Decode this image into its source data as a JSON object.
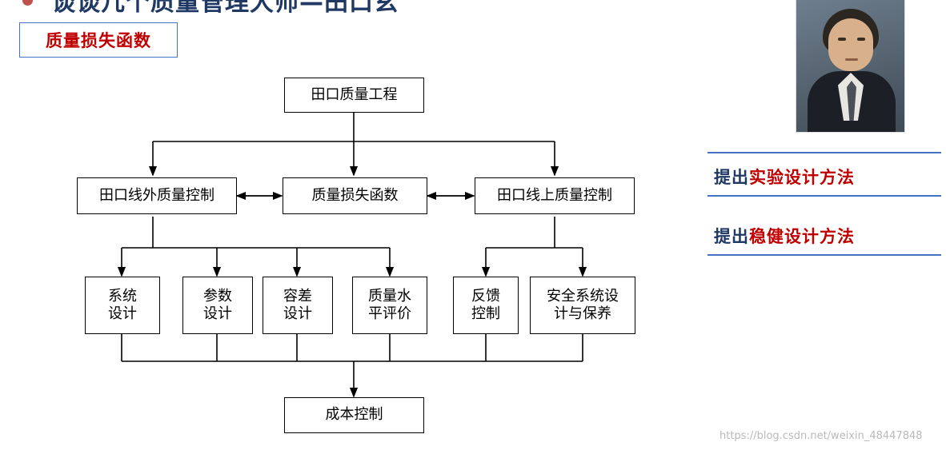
{
  "slide": {
    "title": "谈谈几个质量管理大师—田口玄",
    "bullet_color": "#C0504D",
    "title_color": "#1F3864",
    "subtitle": "质量损失函数",
    "subtitle_color": "#C00000",
    "subtitle_border_color": "#4472C4"
  },
  "diagram": {
    "type": "flowchart",
    "nodes": [
      {
        "id": "n0",
        "label": "田口质量工程"
      },
      {
        "id": "n1",
        "label": "田口线外质量控制"
      },
      {
        "id": "n2",
        "label": "质量损失函数"
      },
      {
        "id": "n3",
        "label": "田口线上质量控制"
      },
      {
        "id": "n4",
        "label": "系统\n设计"
      },
      {
        "id": "n5",
        "label": "参数\n设计"
      },
      {
        "id": "n6",
        "label": "容差\n设计"
      },
      {
        "id": "n7",
        "label": "质量水\n平评价"
      },
      {
        "id": "n8",
        "label": "反馈\n控制"
      },
      {
        "id": "n9",
        "label": "安全系统设\n计与保养"
      },
      {
        "id": "n10",
        "label": "成本控制"
      }
    ],
    "edges": [
      {
        "from": "n0",
        "to": "n1"
      },
      {
        "from": "n0",
        "to": "n2"
      },
      {
        "from": "n0",
        "to": "n3"
      },
      {
        "from": "n1",
        "to": "n2",
        "arrow": "both"
      },
      {
        "from": "n2",
        "to": "n3",
        "arrow": "both"
      },
      {
        "from": "n1",
        "to": "n4"
      },
      {
        "from": "n1",
        "to": "n5"
      },
      {
        "from": "n1",
        "to": "n6"
      },
      {
        "from": "n1",
        "to": "n7"
      },
      {
        "from": "n3",
        "to": "n8"
      },
      {
        "from": "n3",
        "to": "n9"
      },
      {
        "from": "n4",
        "to": "n10"
      },
      {
        "from": "n5",
        "to": "n10"
      },
      {
        "from": "n6",
        "to": "n10"
      },
      {
        "from": "n7",
        "to": "n10"
      },
      {
        "from": "n8",
        "to": "n10"
      },
      {
        "from": "n9",
        "to": "n10"
      }
    ]
  },
  "right_panel": {
    "portrait_alt": "田口玄一肖像",
    "items": [
      {
        "lead": "提出",
        "highlight": "实验设计方法"
      },
      {
        "lead": "提出",
        "highlight": "稳健设计方法"
      }
    ]
  },
  "watermark": "https://blog.csdn.net/weixin_48447848"
}
